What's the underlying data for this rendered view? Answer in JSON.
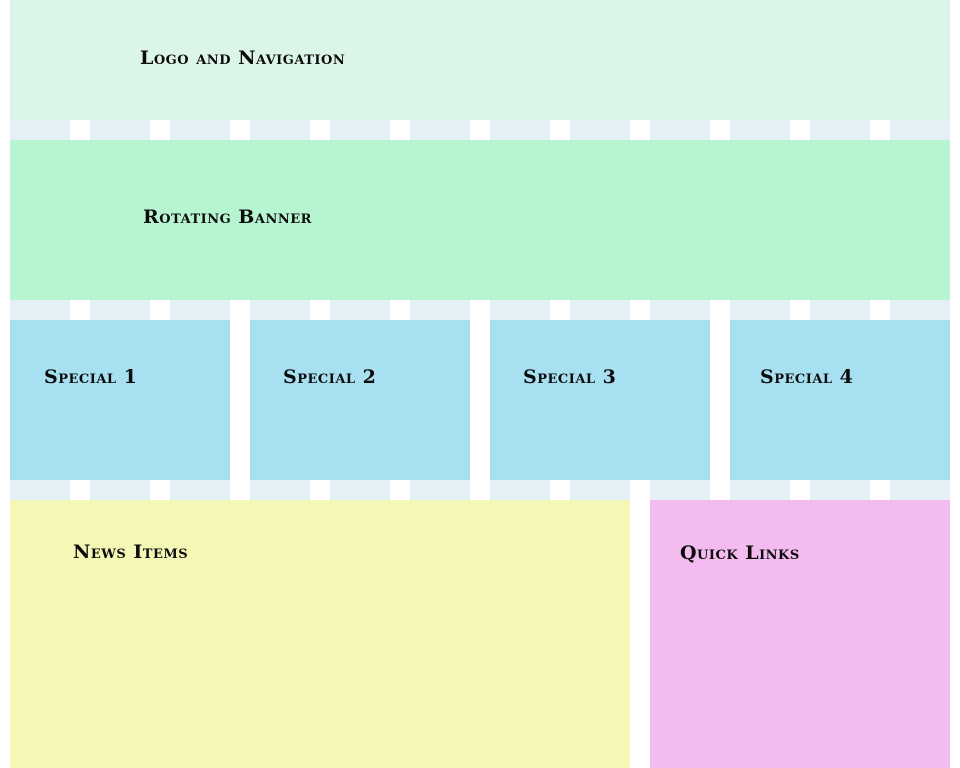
{
  "colors": {
    "header": "#dcf5e9",
    "banner": "#b7f5d1",
    "specials": "#a6e0f1",
    "news": "#f5f7b6",
    "quick_links": "#f4bbf1",
    "gutter_column": "#e3f1f7"
  },
  "header": {
    "label": "Logo and Navigation"
  },
  "banner": {
    "label": "Rotating Banner"
  },
  "specials": [
    {
      "label": "Special 1"
    },
    {
      "label": "Special 2"
    },
    {
      "label": "Special 3"
    },
    {
      "label": "Special 4"
    }
  ],
  "news": {
    "label": "News Items"
  },
  "quick_links": {
    "label": "Quick Links"
  }
}
